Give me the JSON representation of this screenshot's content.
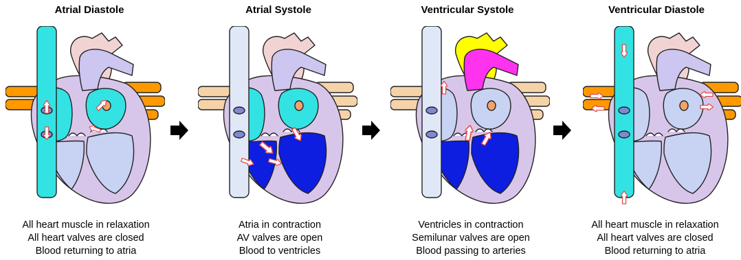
{
  "colors": {
    "outline": "#222222",
    "muscle": "#d8c6ea",
    "aorta_relaxed": "#f2d3d3",
    "pulmonary_relaxed": "#cdc6f0",
    "vein_relaxed": "#e0e8f8",
    "vein_active": "#33e3e3",
    "lungvessel_relaxed": "#f6d2a8",
    "lungvessel_active": "#ff9900",
    "chamber_relaxed": "#c8d2f2",
    "chamber_active_atria": "#33e3e3",
    "chamber_active_ventricle": "#0d1ee0",
    "artery_aorta_active": "#ffff00",
    "artery_pulmonary_active": "#ff33ee",
    "flow_arrow": "#ffffff",
    "flow_arrow_outline": "#e64b4b",
    "step_arrow": "#000000"
  },
  "panels": [
    {
      "title": "Atrial Diastole",
      "caption": [
        "All heart muscle in relaxation",
        "All heart valves are closed",
        "Blood returning to atria"
      ]
    },
    {
      "title": "Atrial Systole",
      "caption": [
        "Atria in contraction",
        "AV valves are open",
        "Blood to ventricles"
      ]
    },
    {
      "title": "Ventricular Systole",
      "caption": [
        "Ventricles in contraction",
        "Semilunar valves are open",
        "Blood passing to arteries"
      ]
    },
    {
      "title": "Ventricular Diastole",
      "caption": [
        "All heart muscle in relaxation",
        "All heart valves are closed",
        "Blood returning to atria"
      ]
    }
  ]
}
